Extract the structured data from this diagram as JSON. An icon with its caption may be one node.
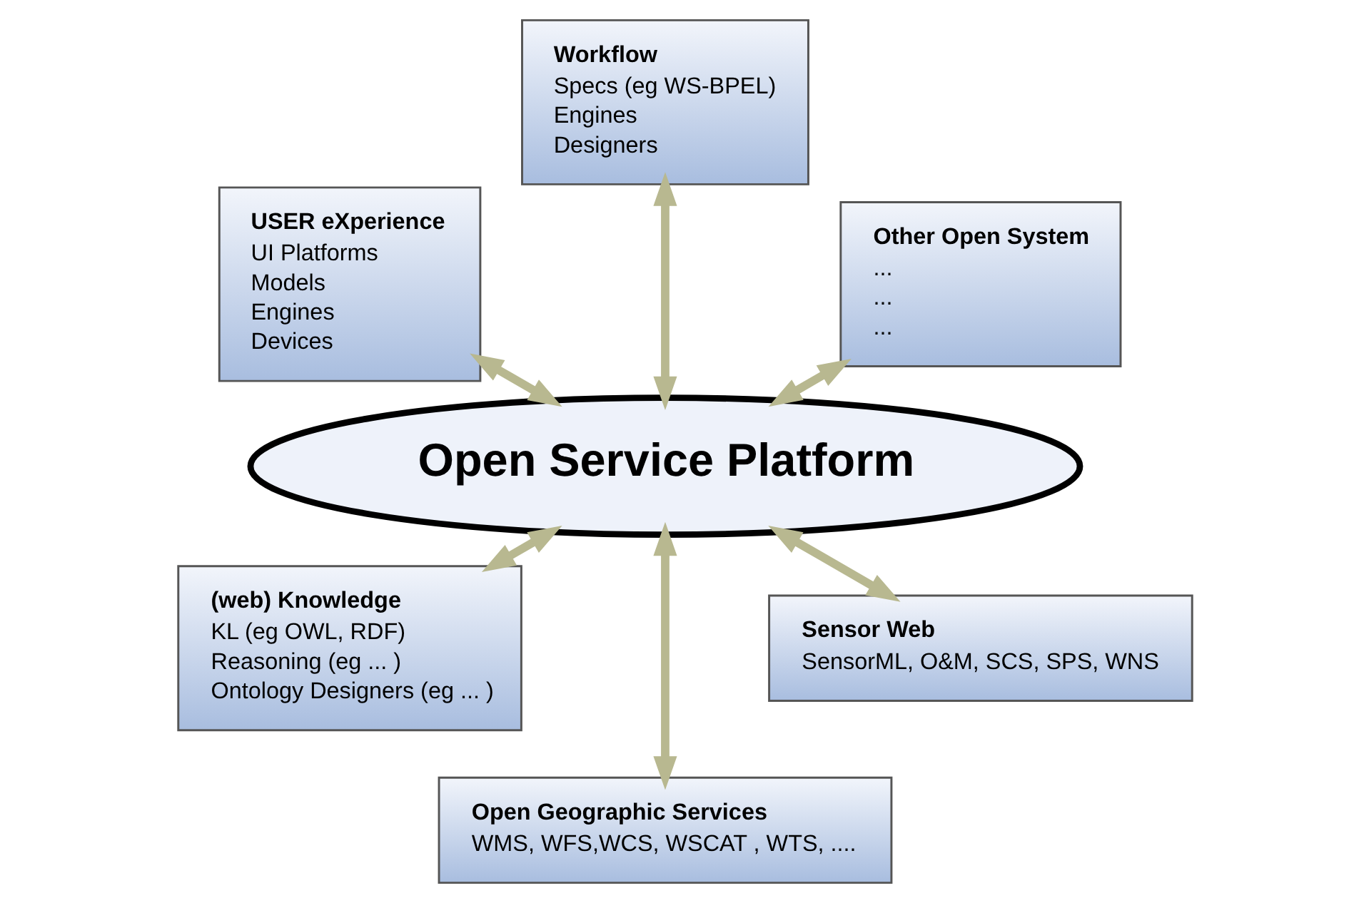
{
  "diagram": {
    "nodes": [
      {
        "text": [
          "Open Service Platform"
        ]
      },
      {
        "text": [
          "Other Open System",
          "...",
          "...",
          "..."
        ]
      },
      {
        "text": [
          "Workflow",
          "Specs (eg WS-BPEL)",
          "Engines",
          "Designers"
        ]
      },
      {
        "text": [
          "USER eXperience",
          "UI Platforms",
          "Models",
          "Engines",
          "Devices"
        ]
      },
      {
        "text": [
          "(web) Knowledge",
          "KL (eg OWL, RDF)",
          "Reasoning (eg ... )",
          "Ontology Designers (eg ... )"
        ]
      },
      {
        "text": [
          "Open Geographic Services",
          "WMS, WFS,WCS, WSCAT , WTS, ...."
        ]
      },
      {
        "text": [
          "Sensor Web",
          "SensorML, O&M, SCS, SPS, WNS"
        ]
      }
    ],
    "edges": [
      {
        "from": 1,
        "to": 0,
        "arrow": "both"
      },
      {
        "from": 2,
        "to": 0,
        "arrow": "both"
      },
      {
        "from": 3,
        "to": 0,
        "arrow": "both"
      },
      {
        "from": 4,
        "to": 0,
        "arrow": "both"
      },
      {
        "from": 5,
        "to": 0,
        "arrow": "both"
      },
      {
        "from": 6,
        "to": 0,
        "arrow": "both"
      }
    ]
  }
}
